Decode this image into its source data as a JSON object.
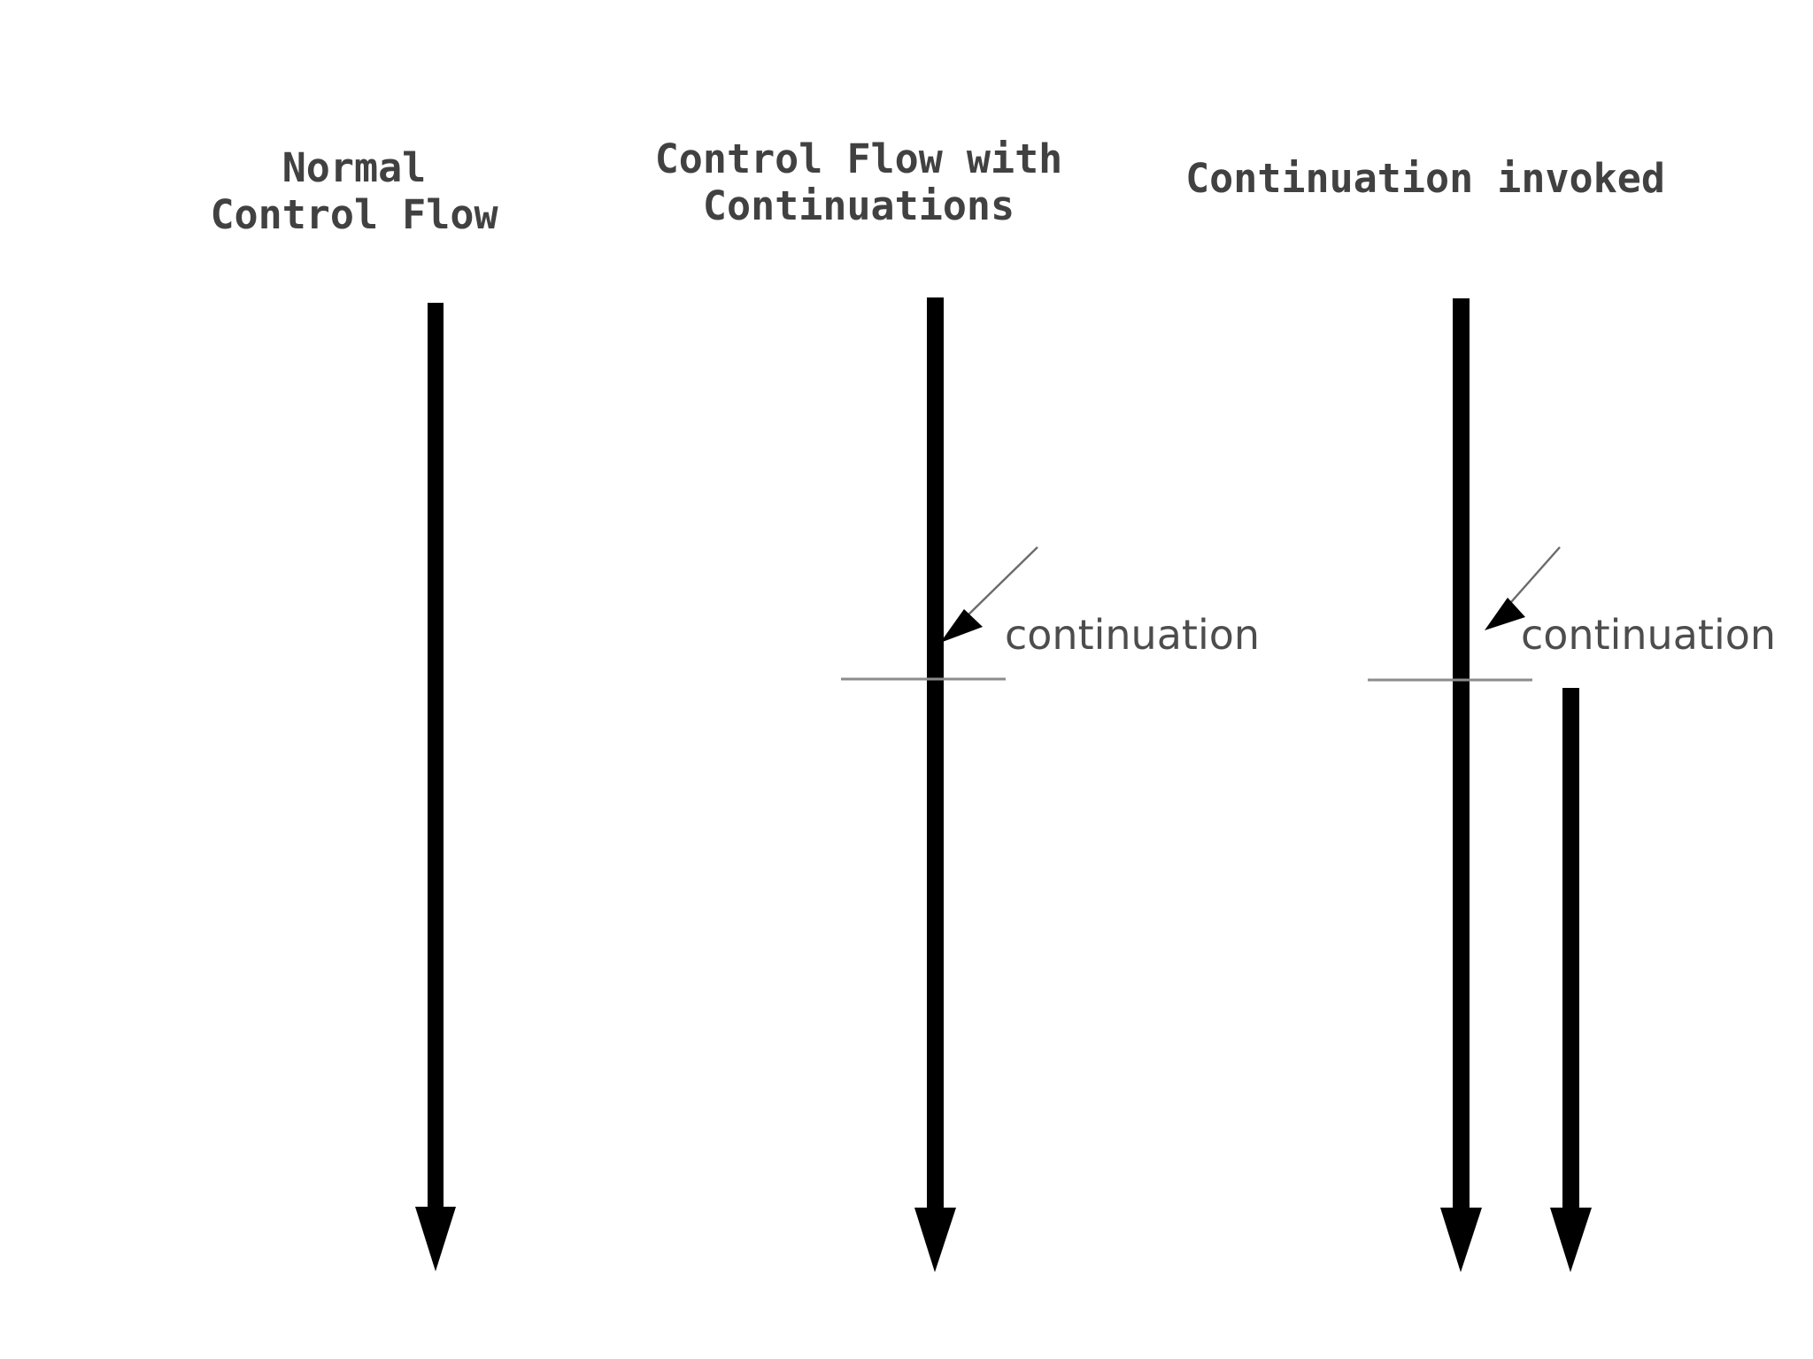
{
  "figure": {
    "background_color": "#ffffff",
    "stroke_color": "#000000",
    "title_color": "#414141",
    "label_color": "#4d4d4d",
    "tick_color": "#8c8c8c"
  },
  "panels": [
    {
      "id": "normal",
      "title": "Normal\nControl Flow",
      "has_continuation_tick": false,
      "has_continuation_label": false,
      "arrow_count": 1
    },
    {
      "id": "control-flow-with-continuations",
      "title": "Control Flow with\nContinuations",
      "has_continuation_tick": true,
      "has_continuation_label": true,
      "continuation_label": "continuation",
      "arrow_count": 1
    },
    {
      "id": "continuation-invoked",
      "title": "Continuation invoked",
      "has_continuation_tick": true,
      "has_continuation_label": true,
      "continuation_label": "continuation",
      "arrow_count": 2
    }
  ],
  "annotations": {
    "continuation_text": "continuation"
  }
}
